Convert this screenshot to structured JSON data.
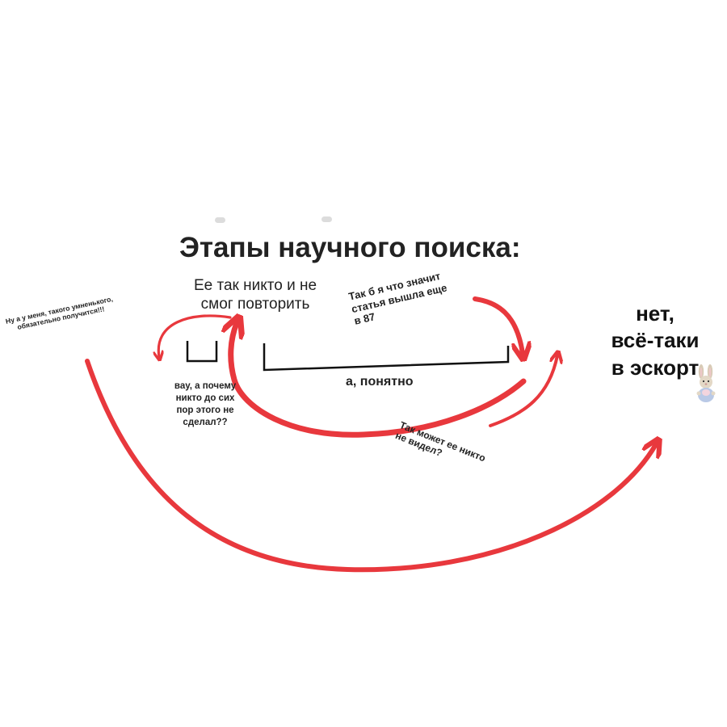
{
  "diagram": {
    "title": "Этапы научного поиска:",
    "stage_top_label": "Ее так никто и не\nсмог повторить",
    "stage_understood_label": "а, понятно",
    "question_why_nobody": "вау, а почему\nникто до сих\nпор этого не\nсделал??",
    "annotation_article_1987": "Так б   я что значит\nстатья вышла еще\nв 87",
    "annotation_nobody_seen": "Так может ее никто\nне видел?",
    "annotation_smart_one": "Ну а у меня, такого умненького,\nобязательно получится!!!",
    "conclusion": "нет,\nвсё-таки\nв эскорт"
  },
  "colors": {
    "arrow_red": "#e8383d",
    "ink": "#111111"
  },
  "icons": {
    "bunny": "plush-bunny-icon"
  }
}
